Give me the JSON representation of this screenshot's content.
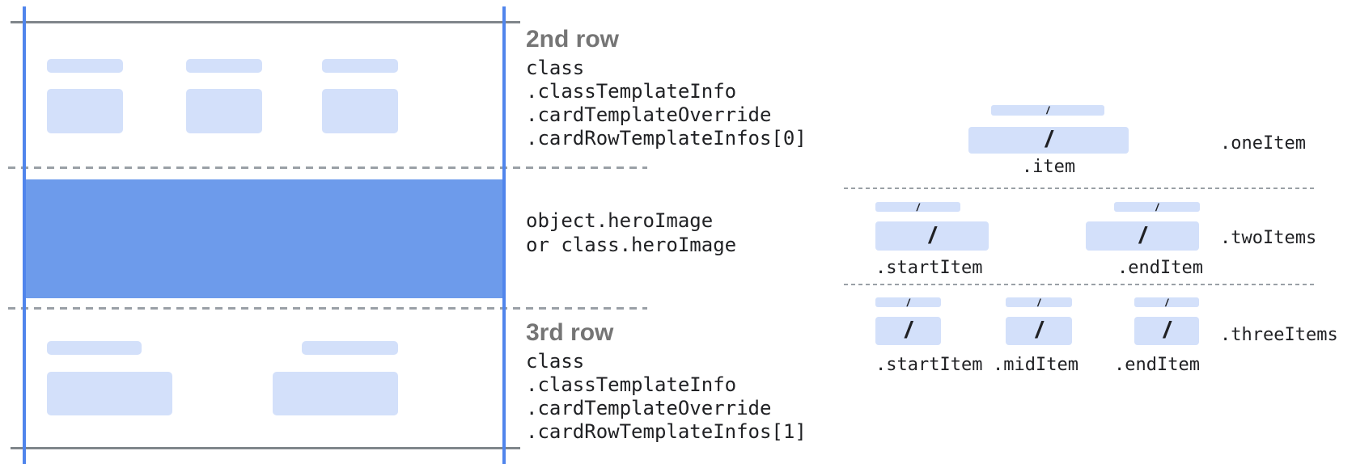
{
  "colors": {
    "accent_blue": "#5085ec",
    "hero_blue": "#6d9beb",
    "placeholder_blue": "#d3e0fa",
    "line_gray": "#80868b",
    "dash_gray": "#9aa0a6",
    "heading_gray": "#757575",
    "code_ink": "#202124",
    "bg": "#ffffff"
  },
  "left_card": {
    "row2": {
      "title": "2nd row",
      "code_lines": [
        "class",
        ".classTemplateInfo",
        ".cardTemplateOverride",
        ".cardRowTemplateInfos[0]"
      ]
    },
    "hero": {
      "code_lines": [
        "object.heroImage",
        "or class.heroImage"
      ]
    },
    "row3": {
      "title": "3rd row",
      "code_lines": [
        "class",
        ".classTemplateInfo",
        ".cardTemplateOverride",
        ".cardRowTemplateInfos[1]"
      ]
    }
  },
  "item_layouts": {
    "slash": "/",
    "rows": [
      {
        "name": ".oneItem",
        "items": [
          ".item"
        ]
      },
      {
        "name": ".twoItems",
        "items": [
          ".startItem",
          ".endItem"
        ]
      },
      {
        "name": ".threeItems",
        "items": [
          ".startItem",
          ".midItem",
          ".endItem"
        ]
      }
    ]
  }
}
